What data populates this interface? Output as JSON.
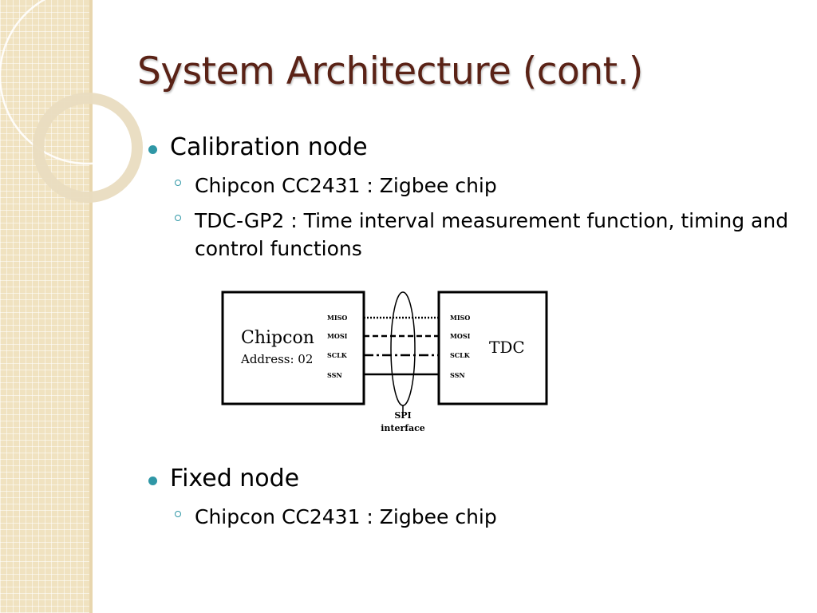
{
  "slide": {
    "title": "System Architecture (cont.)"
  },
  "bullets": [
    {
      "label": "Calibration node",
      "sub": [
        "Chipcon CC2431 : Zigbee chip",
        "TDC-GP2 : Time interval measurement function, timing and control functions"
      ]
    },
    {
      "label": "Fixed node",
      "sub": [
        "Chipcon CC2431 : Zigbee chip"
      ]
    }
  ],
  "diagram": {
    "left_block": {
      "name": "Chipcon",
      "address": "Address: 02"
    },
    "right_block": {
      "name": "TDC"
    },
    "signals_left": [
      "MISO",
      "MOSI",
      "SCLK",
      "SSN"
    ],
    "signals_right": [
      "MISO",
      "MOSI",
      "SCLK",
      "SSN"
    ],
    "interface_label": [
      "SPI",
      "interface"
    ]
  },
  "colors": {
    "title": "#5a2216",
    "bullet_accent": "#2f97a6",
    "strip": "#f0e2c0"
  }
}
